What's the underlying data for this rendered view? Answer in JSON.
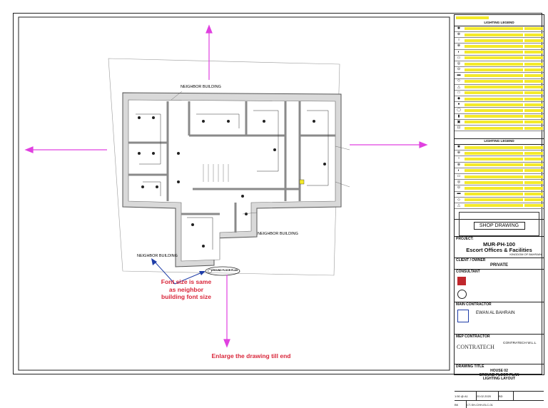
{
  "drawing": {
    "labels": {
      "neighbor_top": "NEIGHBOR BUILDING",
      "neighbor_right": "NEIGHBOR BUILDING",
      "neighbor_left": "NEIGHBOR BUILDING",
      "plan_title": "GROUND FLOOR PLAN"
    }
  },
  "annotations": {
    "font_note": "Font size is same as neighbor building font size",
    "enlarge_note": "Enlarge the drawing till end",
    "arrow_color": "#e040e0",
    "text_color": "#d9263a"
  },
  "title_block": {
    "legend_header": "LIGHTING LEGEND",
    "legend_header2": "LIGHTING LEGEND",
    "shop_drawing": "SHOP DRAWING",
    "project_label": "PROJECT:",
    "project_code": "MUR-PH-100",
    "project_name": "Escort Offices & Facilities",
    "kingdom": "KINGDOM OF BAHRAIN",
    "client_label": "CLIENT / OWNER",
    "client_value": "PRIVATE",
    "consultant_label": "CONSULTANT",
    "main_contractor_label": "MAIN CONTRACTOR",
    "main_contractor": "EWAN AL BAHRAIN",
    "mep_label": "MEP CONTRACTOR",
    "mep_contractor": "CONTRATECH W.L.L",
    "mep_logo": "CONTRATECH",
    "drawing_title_label": "DRAWING TITLE",
    "dt1": "HOUSE 02",
    "dt2": "GROUND FLOOR PLAN",
    "dt3": "LIGHTING LAYOUT",
    "scale": "1:50 @ A1",
    "date": "20.02.2020",
    "ref": "BD",
    "drawn": "BK",
    "dwg_no": "CT-SH-CHH-ELC-01"
  }
}
